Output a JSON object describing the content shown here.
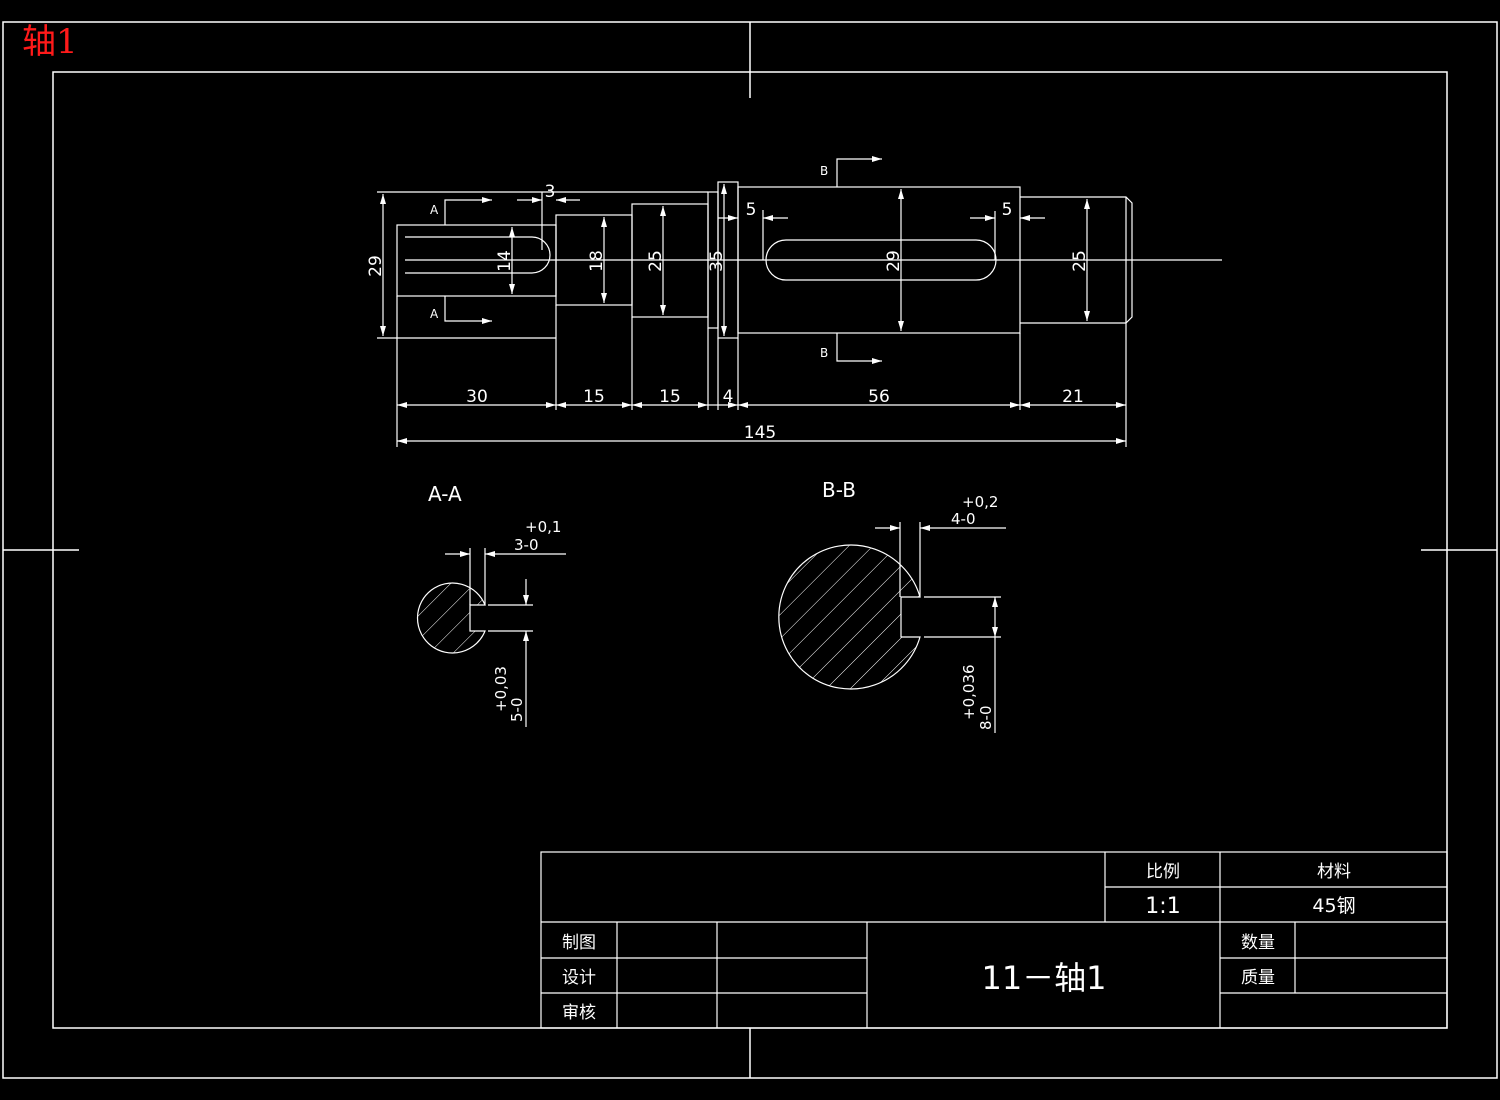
{
  "corner_title": "轴1",
  "colors": {
    "background": "#000000",
    "line": "#ffffff",
    "title": "#ff1a1a"
  },
  "main_view": {
    "section_markers": {
      "a_top": "A",
      "a_bottom": "A",
      "b_top": "B",
      "b_bottom": "B"
    },
    "diameters": {
      "d_left_outer": "29",
      "d_key_a": "14",
      "d_seg2": "18",
      "d_seg3": "25",
      "d_collar": "35",
      "d_seg5": "29",
      "d_seg6": "25"
    },
    "offsets": {
      "key_a_offset": "3",
      "key_b_left": "5",
      "key_b_right": "5"
    },
    "lengths": [
      "30",
      "15",
      "15",
      "4",
      "56",
      "21"
    ],
    "total_length": "145"
  },
  "section_aa": {
    "label": "A-A",
    "width_dim": "3-0",
    "width_tol": "+0,1",
    "depth_dim": "5-0",
    "depth_tol": "+0,03"
  },
  "section_bb": {
    "label": "B-B",
    "width_dim": "4-0",
    "width_tol": "+0,2",
    "depth_dim": "8-0",
    "depth_tol": "+0,036"
  },
  "title_block": {
    "scale_label": "比例",
    "scale_value": "1:1",
    "material_label": "材料",
    "material_value": "45钢",
    "drawn_label": "制图",
    "design_label": "设计",
    "review_label": "审核",
    "drawing_name": "11－轴1",
    "quantity_label": "数量",
    "mass_label": "质量"
  }
}
